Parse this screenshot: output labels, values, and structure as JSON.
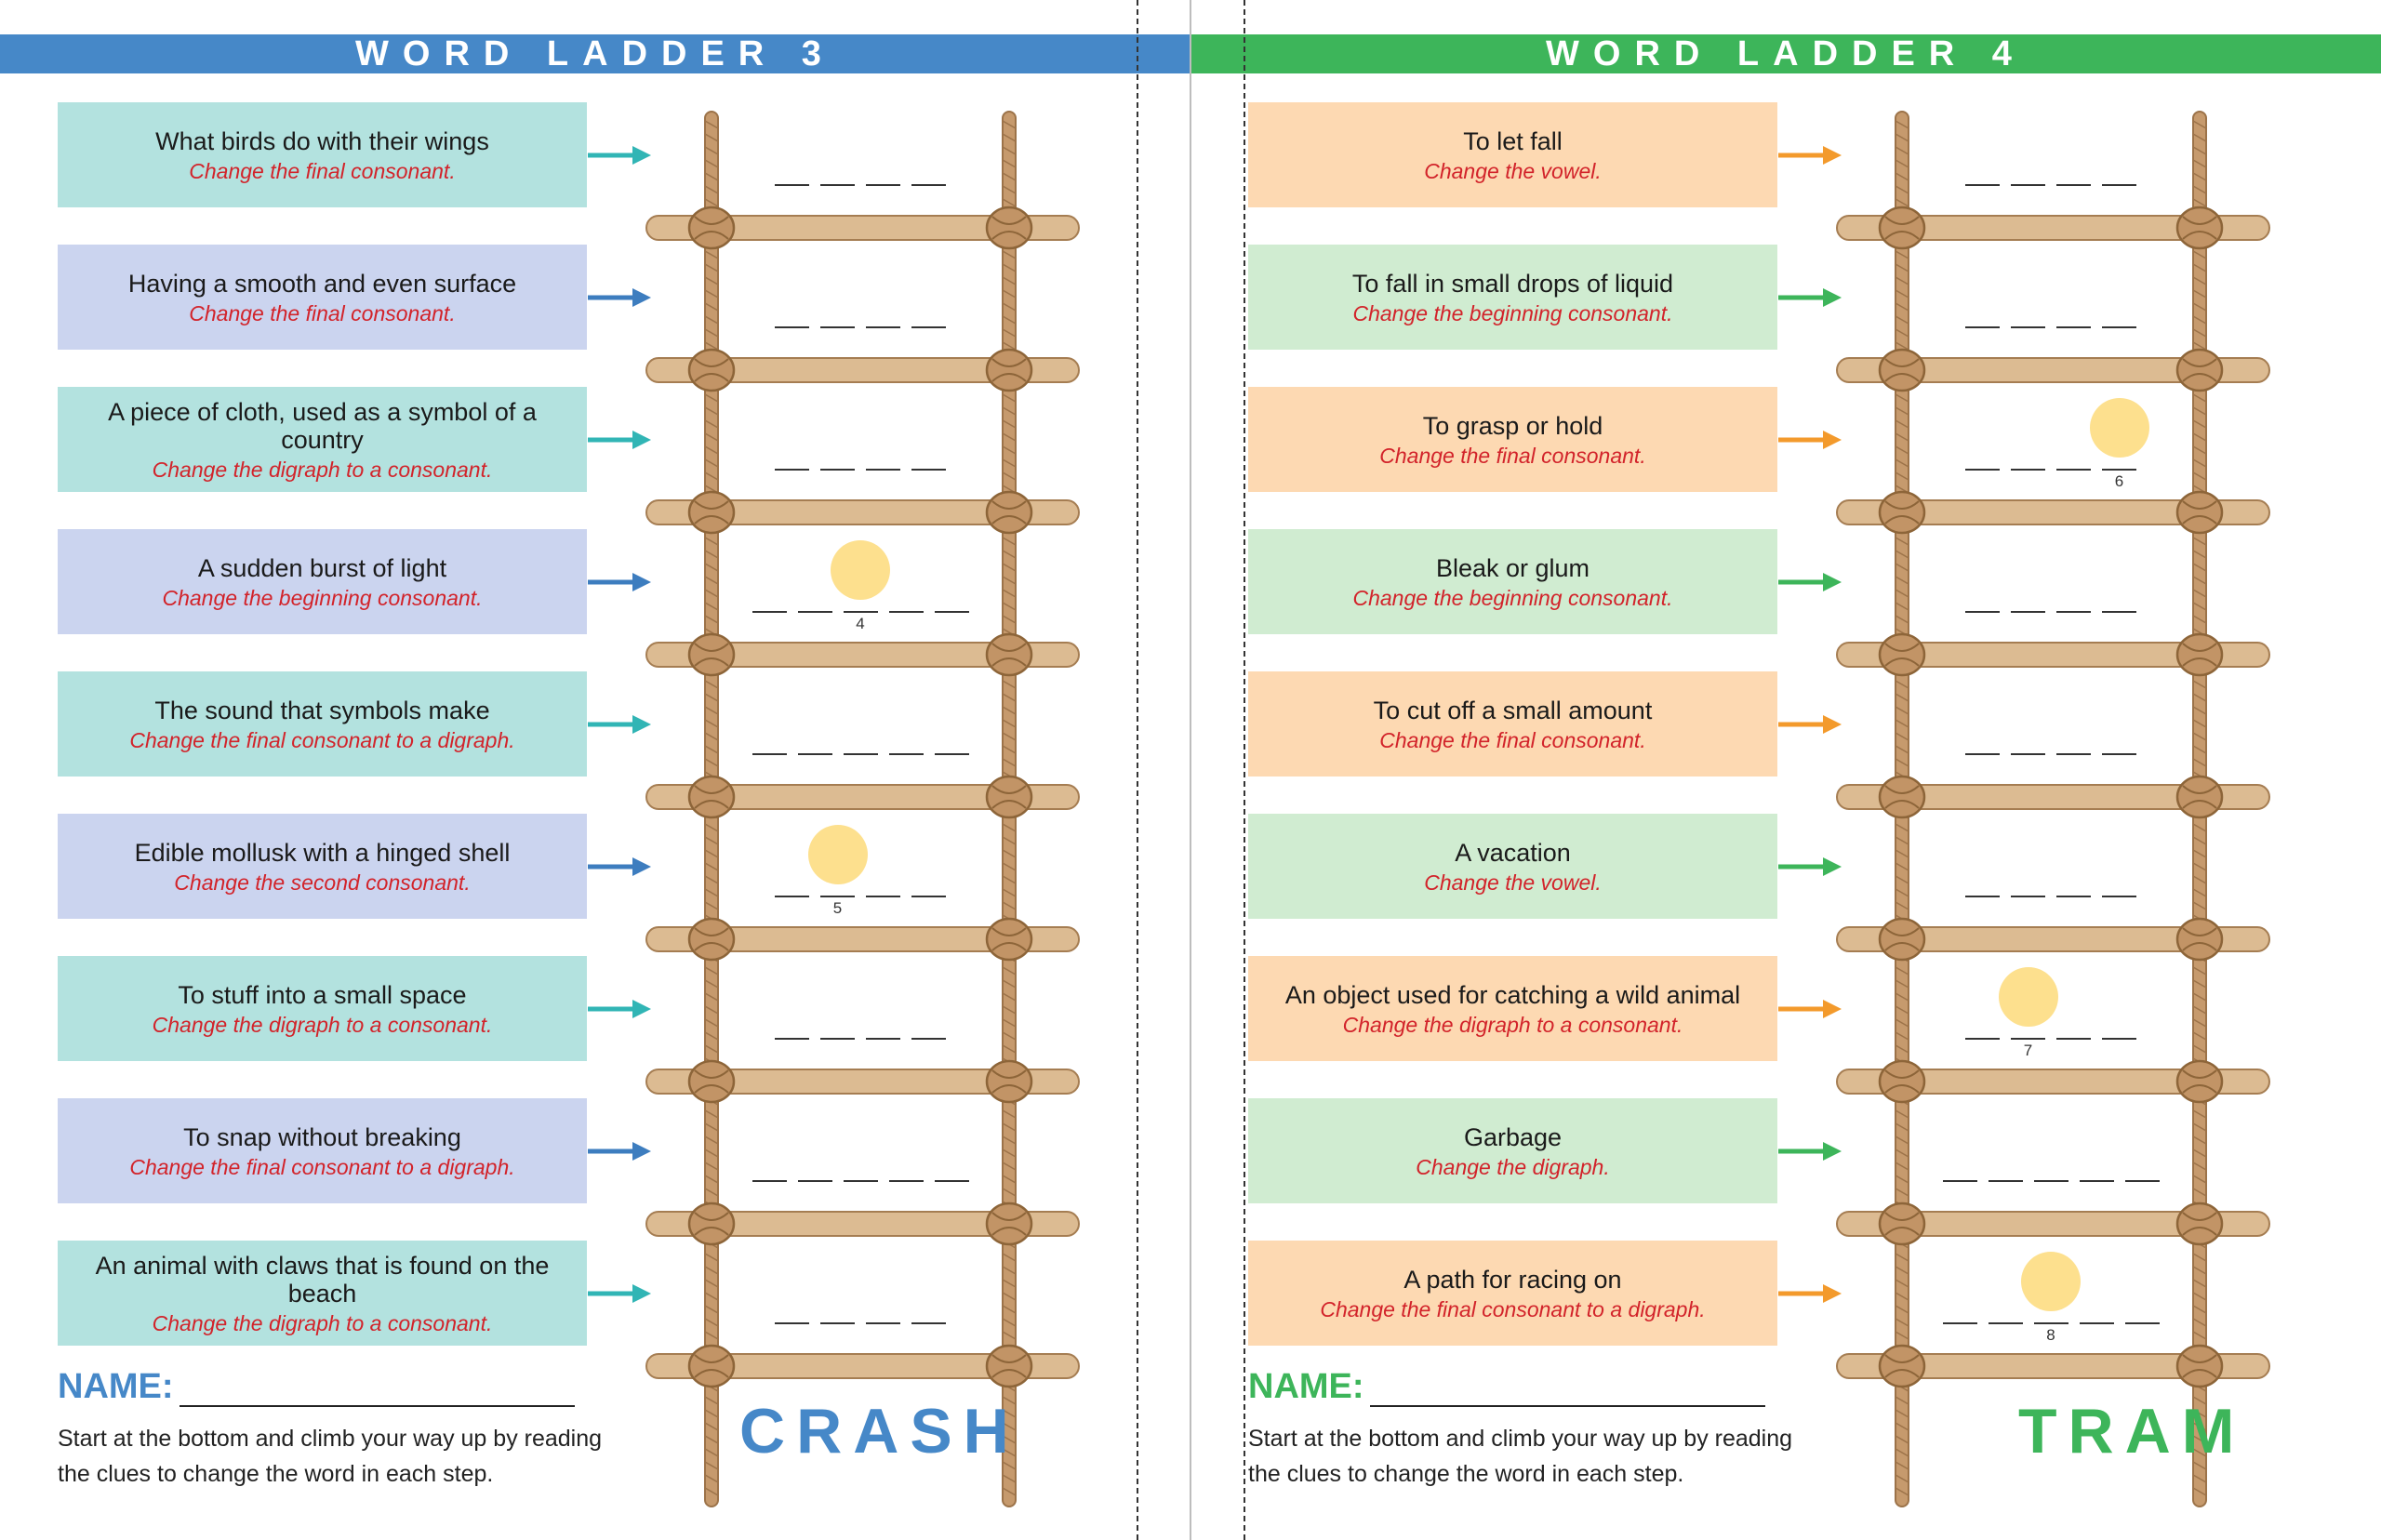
{
  "worksheet3": {
    "title": "WORD LADDER 3",
    "start_word": "CRASH",
    "name_label": "NAME:",
    "instructions": "Start at the bottom and climb your way up by reading the clues to change the word in each step.",
    "colors": {
      "header": "#4688c8",
      "clue_a": "#b3e2df",
      "clue_b": "#cbd4ef",
      "arrow_a": "#31b5b5",
      "arrow_b": "#3d7dbf"
    },
    "clues": [
      {
        "text": "What birds do with their wings",
        "hint": "Change the final consonant."
      },
      {
        "text": "Having a smooth and even surface",
        "hint": "Change the final consonant."
      },
      {
        "text": "A piece of cloth, used as a symbol of a country",
        "hint": "Change the digraph to a consonant."
      },
      {
        "text": "A sudden burst of light",
        "hint": "Change the beginning consonant."
      },
      {
        "text": "The sound that symbols make",
        "hint": "Change the final consonant to a digraph."
      },
      {
        "text": "Edible mollusk with a hinged shell",
        "hint": "Change the second consonant."
      },
      {
        "text": "To stuff into a small space",
        "hint": "Change the digraph to a consonant."
      },
      {
        "text": "To snap without breaking",
        "hint": "Change the final consonant to a digraph."
      },
      {
        "text": "An animal with claws that is found on the beach",
        "hint": "Change the digraph to a consonant."
      }
    ],
    "answers": [
      {
        "letters": 4,
        "circle": null,
        "number": ""
      },
      {
        "letters": 4,
        "circle": null,
        "number": ""
      },
      {
        "letters": 4,
        "circle": null,
        "number": ""
      },
      {
        "letters": 5,
        "circle": 2,
        "number": "4"
      },
      {
        "letters": 5,
        "circle": null,
        "number": ""
      },
      {
        "letters": 4,
        "circle": 1,
        "number": "5"
      },
      {
        "letters": 4,
        "circle": null,
        "number": ""
      },
      {
        "letters": 5,
        "circle": null,
        "number": ""
      },
      {
        "letters": 4,
        "circle": null,
        "number": ""
      }
    ]
  },
  "worksheet4": {
    "title": "WORD LADDER 4",
    "start_word": "TRAM",
    "name_label": "NAME:",
    "instructions": "Start at the bottom and climb your way up by reading the clues to change the word in each step.",
    "colors": {
      "header": "#3db55a",
      "clue_a": "#fdd9b2",
      "clue_b": "#d0ecd1",
      "arrow_a": "#f39a2c",
      "arrow_b": "#3db55a"
    },
    "clues": [
      {
        "text": "To let fall",
        "hint": "Change the vowel."
      },
      {
        "text": "To fall in small drops of liquid",
        "hint": "Change the beginning consonant."
      },
      {
        "text": "To grasp or hold",
        "hint": "Change the final consonant."
      },
      {
        "text": "Bleak or glum",
        "hint": "Change the beginning consonant."
      },
      {
        "text": "To cut off a small amount",
        "hint": "Change the final consonant."
      },
      {
        "text": "A vacation",
        "hint": "Change the vowel."
      },
      {
        "text": "An object used for catching a wild animal",
        "hint": "Change the digraph to a consonant."
      },
      {
        "text": "Garbage",
        "hint": "Change the digraph."
      },
      {
        "text": "A path for racing on",
        "hint": "Change the final consonant to a digraph."
      }
    ],
    "answers": [
      {
        "letters": 4,
        "circle": null,
        "number": ""
      },
      {
        "letters": 4,
        "circle": null,
        "number": ""
      },
      {
        "letters": 4,
        "circle": 3,
        "number": "6"
      },
      {
        "letters": 4,
        "circle": null,
        "number": ""
      },
      {
        "letters": 4,
        "circle": null,
        "number": ""
      },
      {
        "letters": 4,
        "circle": null,
        "number": ""
      },
      {
        "letters": 4,
        "circle": 1,
        "number": "7"
      },
      {
        "letters": 5,
        "circle": null,
        "number": ""
      },
      {
        "letters": 5,
        "circle": 2,
        "number": "8"
      }
    ]
  }
}
